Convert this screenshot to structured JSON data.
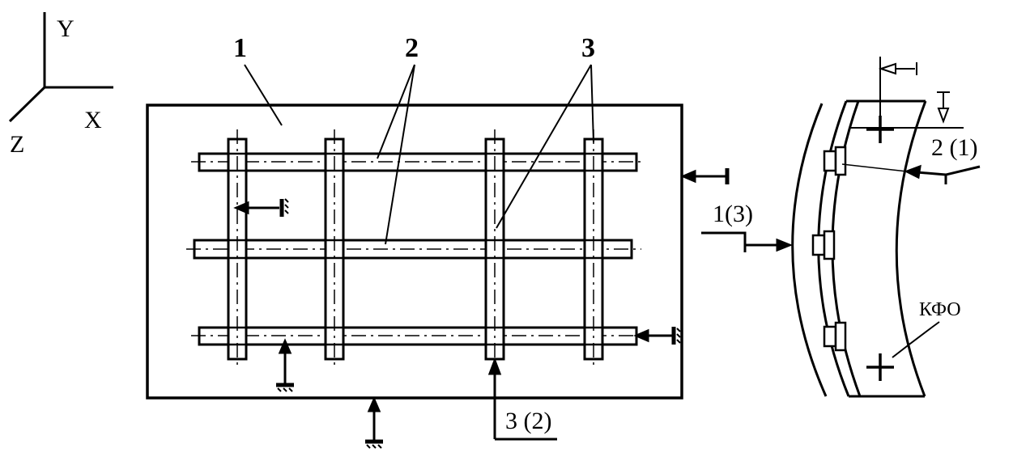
{
  "axes": {
    "y": "Y",
    "x": "X",
    "z": "Z"
  },
  "labels": {
    "part1": "1",
    "part2": "2",
    "part3": "3",
    "view_right": "1(3)",
    "view_bottom": "3 (2)",
    "view_top_right": "2 (1)",
    "kfo": "КФО"
  },
  "colors": {
    "ink": "#000000",
    "paper": "#ffffff"
  }
}
